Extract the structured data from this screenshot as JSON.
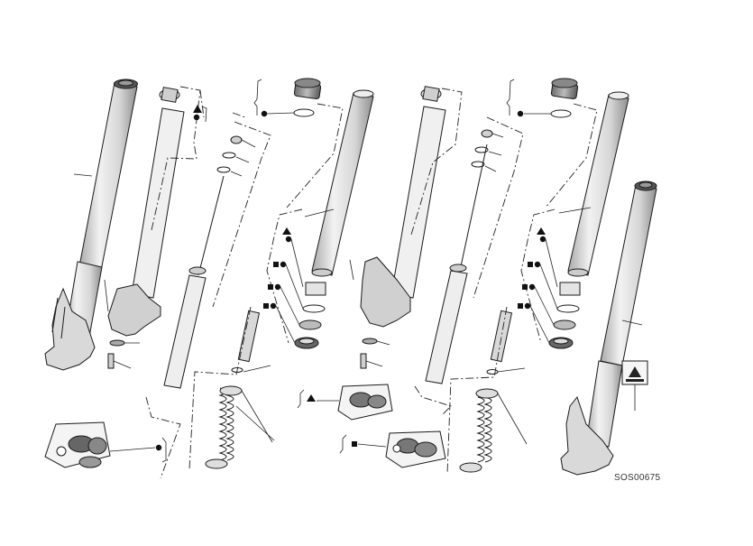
{
  "diagram_code": "SOS00675",
  "symbols": {
    "dot": "filled-circle",
    "triangle": "filled-triangle",
    "square": "filled-square"
  },
  "colors": {
    "outline": "#1a1a1a",
    "tube_fill": "#e6e6e6",
    "tube_shade": "#bdbdbd",
    "background": "#ffffff"
  }
}
